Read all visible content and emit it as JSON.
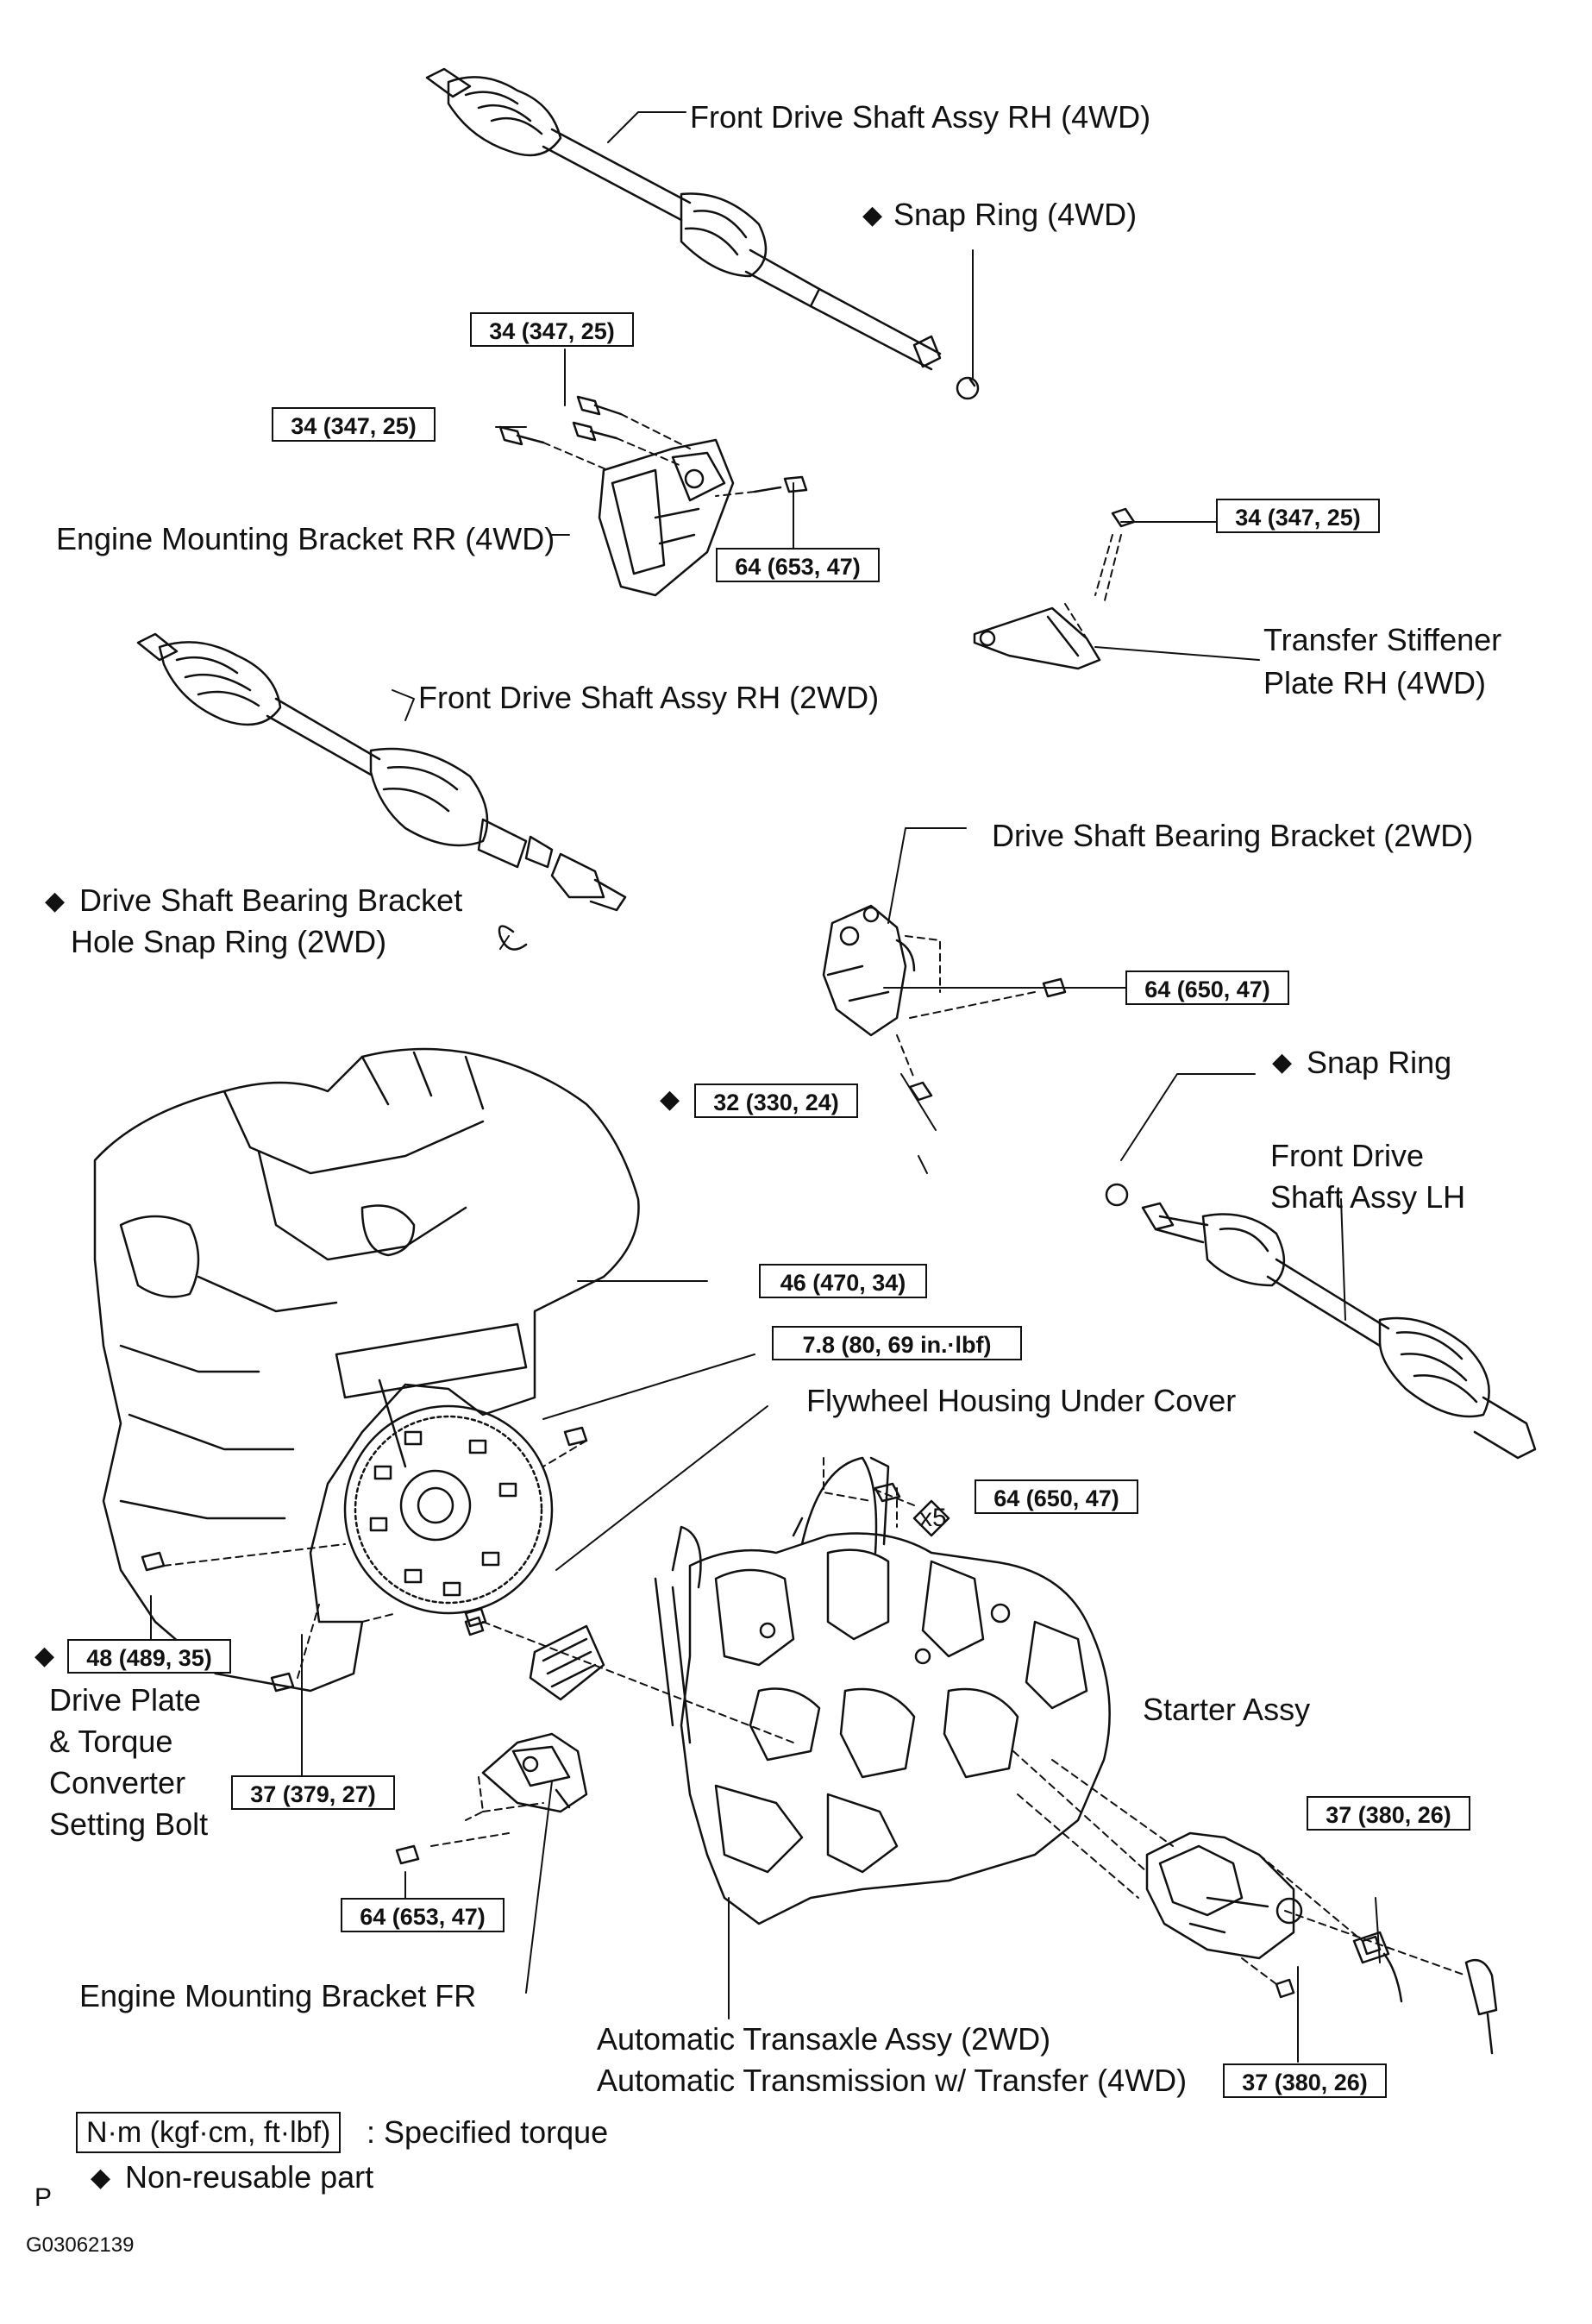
{
  "labels": {
    "front_drive_shaft_rh_4wd": "Front Drive Shaft Assy RH (4WD)",
    "snap_ring_4wd": "Snap Ring (4WD)",
    "engine_mounting_bracket_rr": "Engine Mounting Bracket RR (4WD)",
    "transfer_stiffener_1": "Transfer Stiffener",
    "transfer_stiffener_2": "Plate RH (4WD)",
    "front_drive_shaft_rh_2wd": "Front Drive Shaft Assy RH (2WD)",
    "bearing_bracket_2wd": "Drive Shaft Bearing Bracket (2WD)",
    "hole_snap_ring_1": "Drive Shaft Bearing Bracket",
    "hole_snap_ring_2": "Hole Snap Ring (2WD)",
    "snap_ring": "Snap Ring",
    "front_drive_shaft_lh_1": "Front Drive",
    "front_drive_shaft_lh_2": "Shaft Assy LH",
    "flywheel_cover": "Flywheel Housing Under Cover",
    "drive_plate_1": "Drive Plate",
    "drive_plate_2": "& Torque",
    "drive_plate_3": "Converter",
    "drive_plate_4": "Setting Bolt",
    "starter_assy": "Starter Assy",
    "engine_mounting_bracket_fr": "Engine Mounting Bracket FR",
    "transaxle_1": "Automatic Transaxle Assy (2WD)",
    "transaxle_2": "Automatic Transmission w/ Transfer (4WD)",
    "x5": "x5"
  },
  "torques": {
    "t1": "34 (347, 25)",
    "t2": "34 (347, 25)",
    "t3": "64 (653, 47)",
    "t4": "34 (347, 25)",
    "t5": "64 (650, 47)",
    "t6": "32 (330, 24)",
    "t7": "46 (470, 34)",
    "t8": "7.8 (80, 69 in.·lbf)",
    "t9": "64 (650, 47)",
    "t10": "48 (489, 35)",
    "t11": "37 (379, 27)",
    "t12": "64 (653, 47)",
    "t13": "37 (380, 26)",
    "t14": "37 (380, 26)"
  },
  "legend": {
    "unit_box": "N·m (kgf·cm, ft·lbf)",
    "unit_desc": ": Specified torque",
    "nonreusable": "Non-reusable part",
    "diamond": "◆"
  },
  "footer": {
    "letter": "P",
    "code": "G03062139"
  }
}
